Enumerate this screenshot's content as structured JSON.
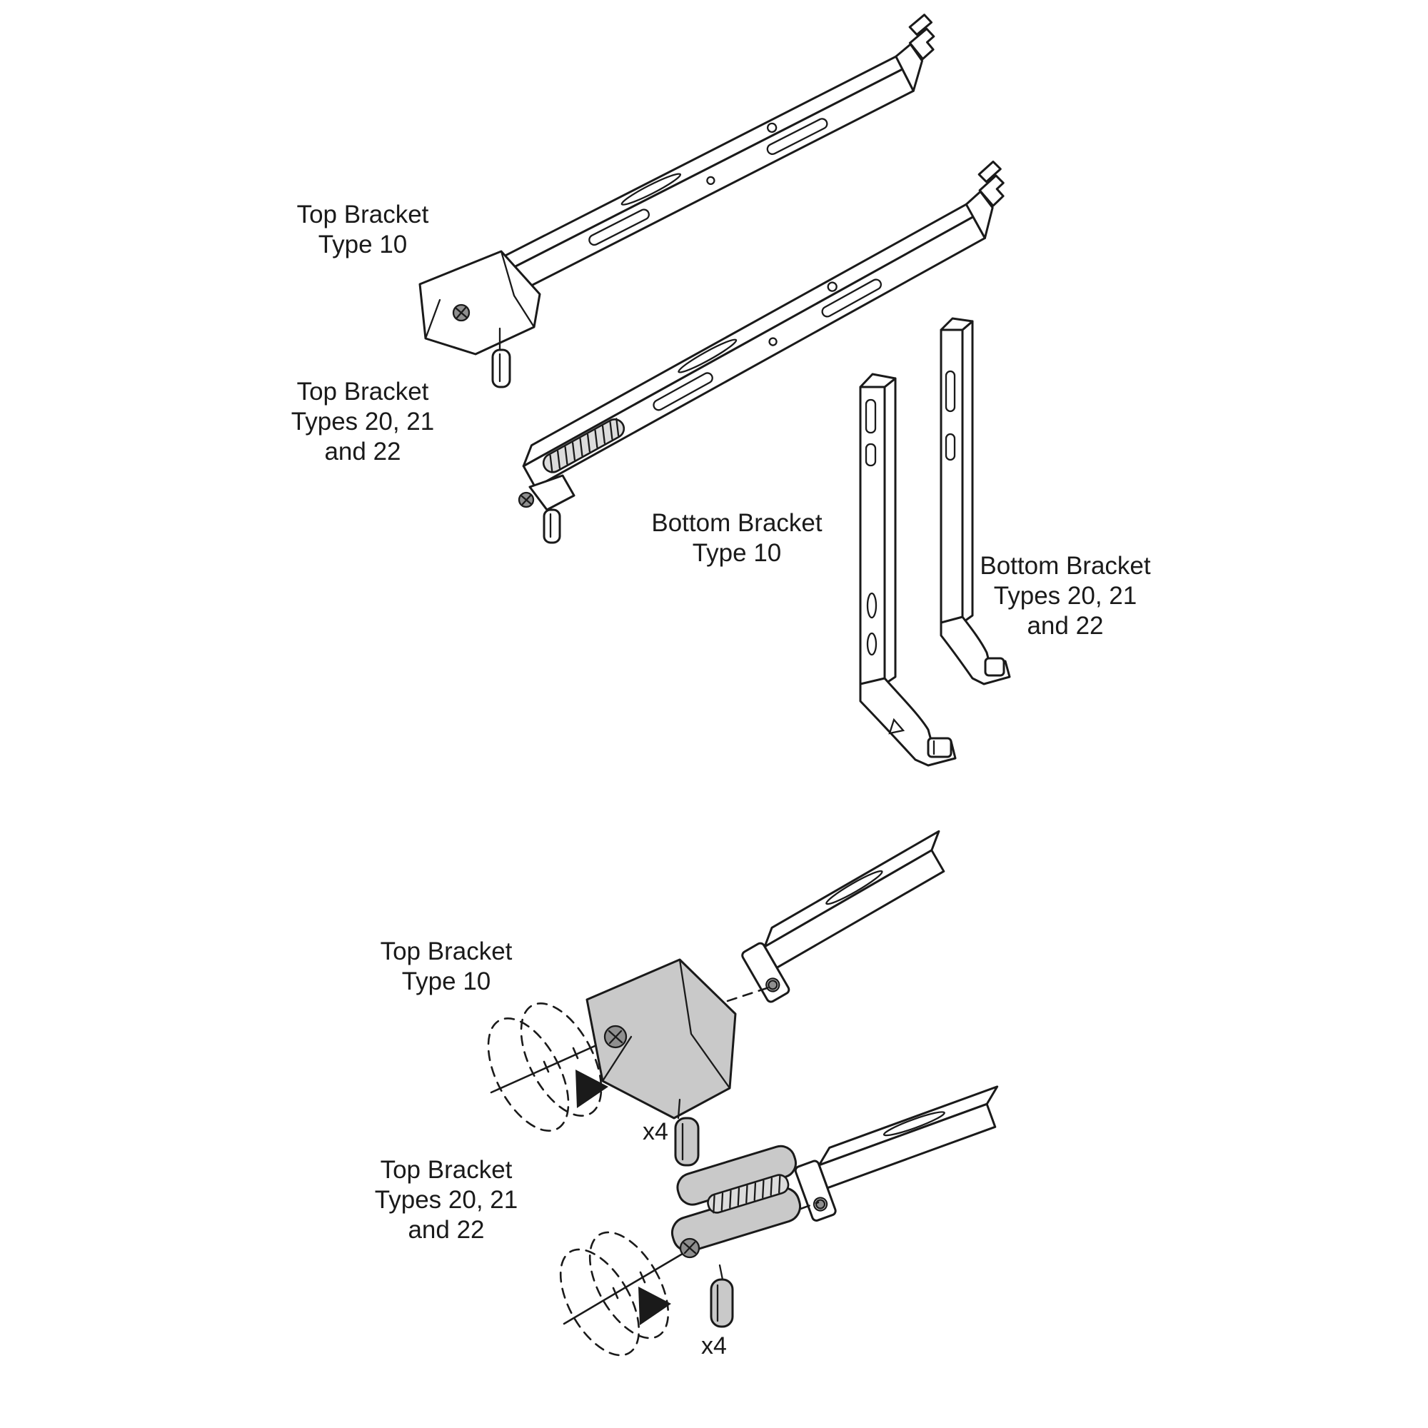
{
  "figure": {
    "background": "#ffffff",
    "line_color": "#1a1a1a",
    "shade_fill": "#c9c9c9",
    "screw_fill": "#8f8f8f"
  },
  "overview": {
    "top_bracket_type_10": {
      "label": [
        "Top Bracket",
        "Type 10"
      ]
    },
    "top_bracket_types_20_21_22": {
      "label": [
        "Top Bracket",
        "Types 20, 21",
        "and 22"
      ]
    },
    "bottom_bracket_type_10": {
      "label": [
        "Bottom Bracket",
        "Type 10"
      ]
    },
    "bottom_bracket_types_20_21_22": {
      "label": [
        "Bottom Bracket",
        "Types 20, 21",
        "and 22"
      ]
    }
  },
  "assembly": {
    "top_bracket_type_10": {
      "label": [
        "Top Bracket",
        "Type 10"
      ],
      "quantity": "x4"
    },
    "top_bracket_types_20_21_22": {
      "label": [
        "Top Bracket",
        "Types 20, 21",
        "and 22"
      ],
      "quantity": "x4"
    }
  }
}
